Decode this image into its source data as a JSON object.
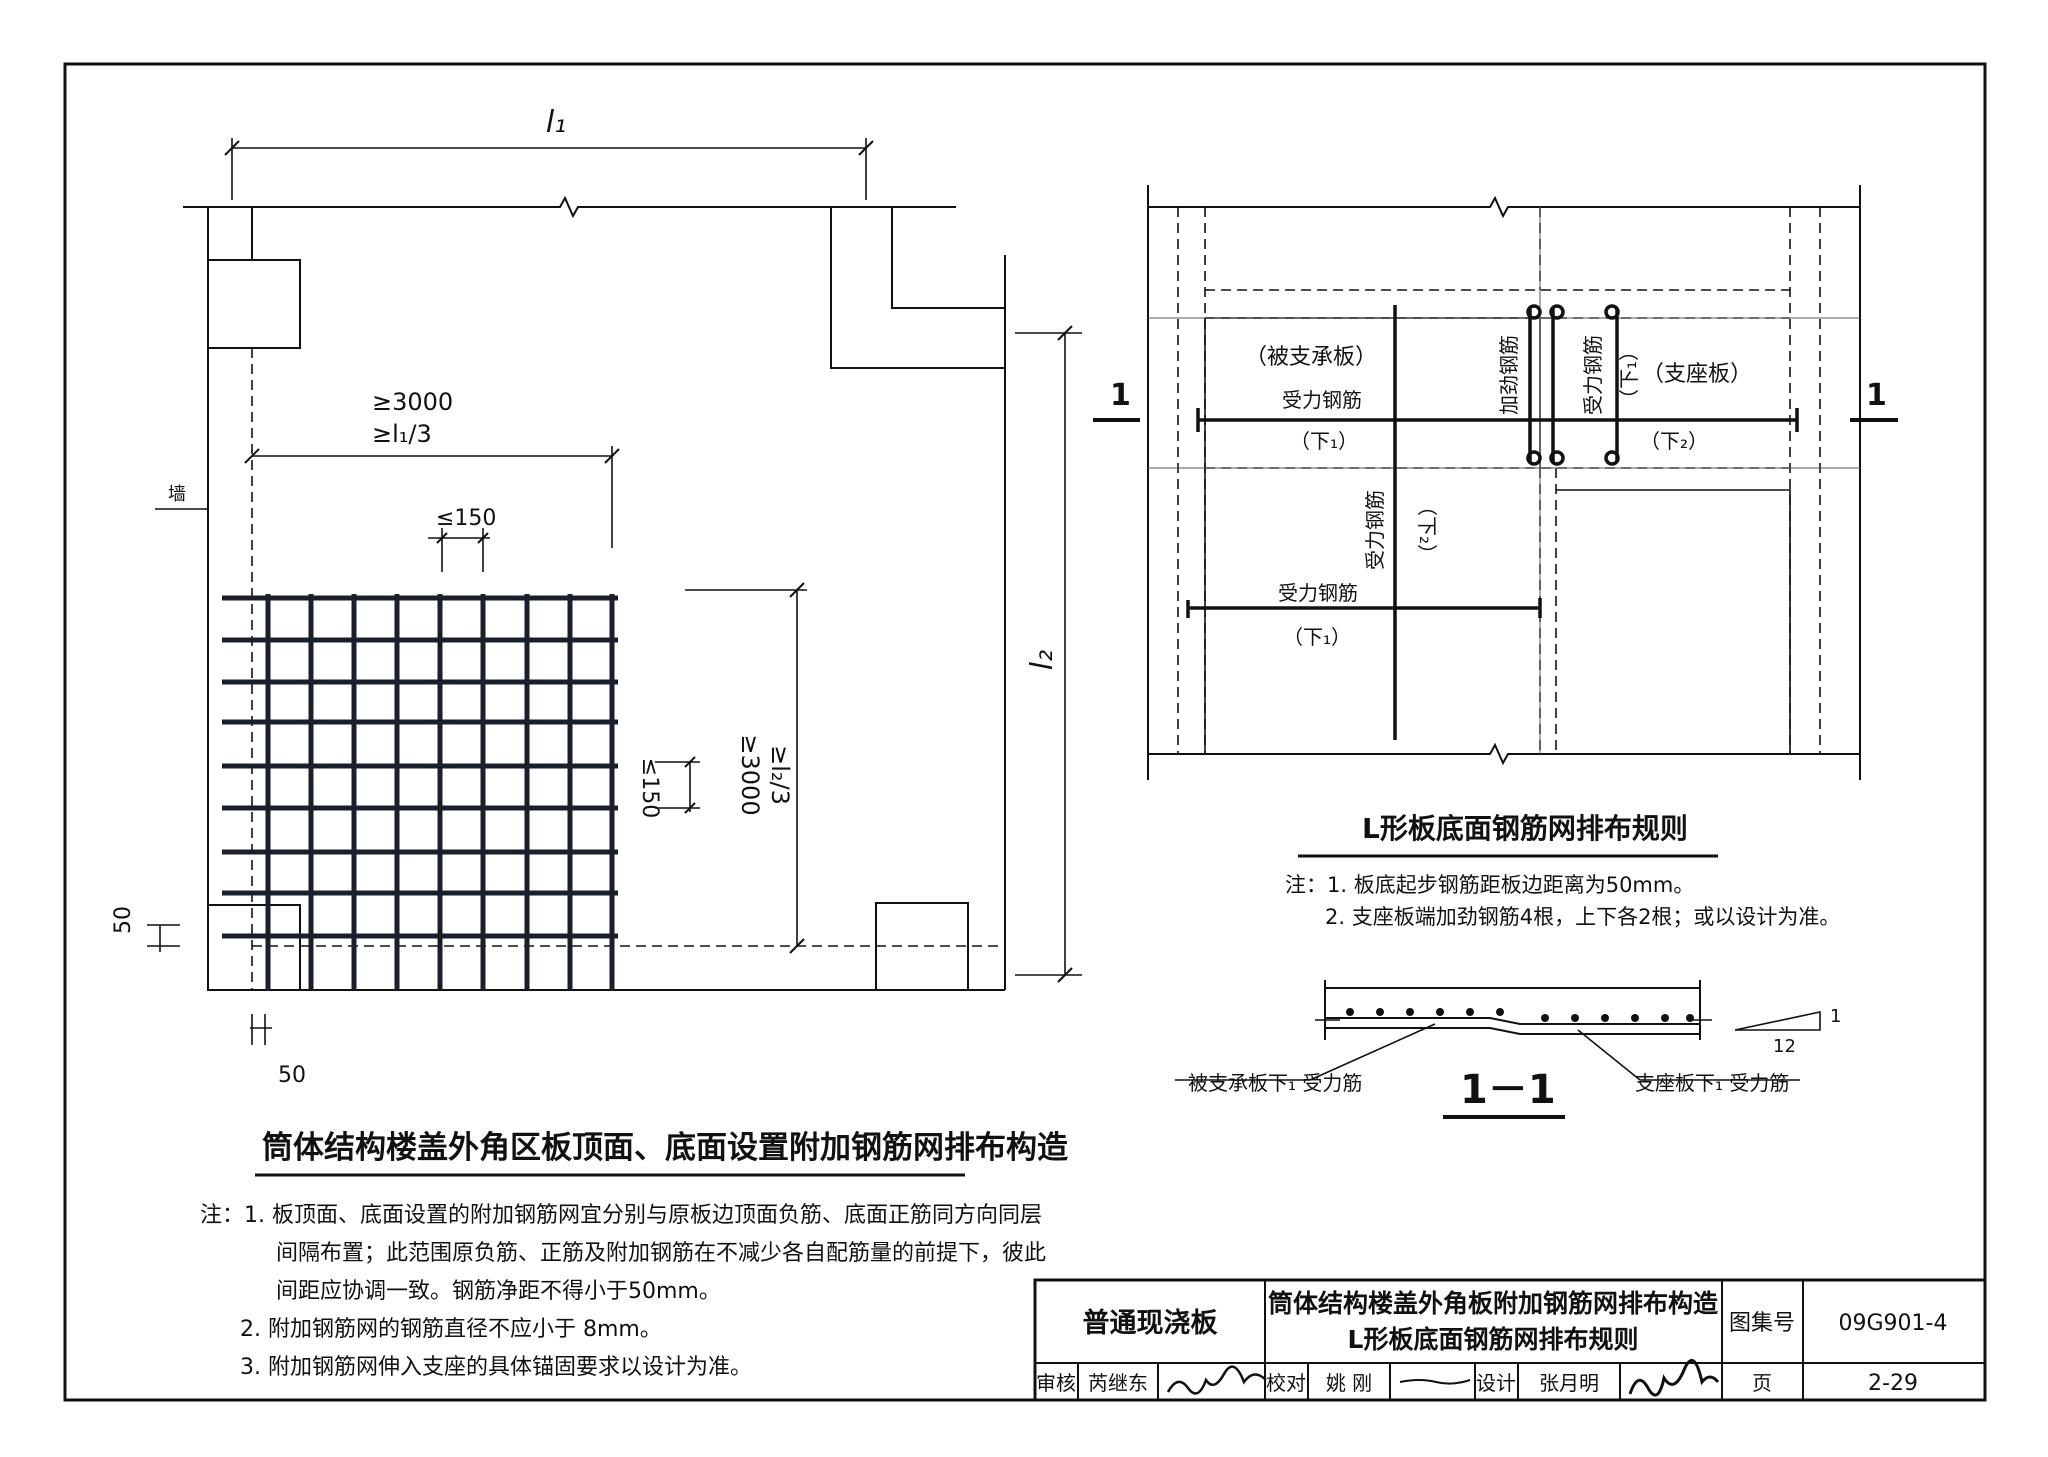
{
  "left_figure": {
    "dim_l1": "l₁",
    "dim_min_x_a": "≥3000",
    "dim_min_x_b": "≥l₁/3",
    "dim_spacing_x": "≤150",
    "wall_label": "墙",
    "dim_l2": "l₂",
    "dim_spacing_y": "≤150",
    "dim_min_y_a": "≥3000",
    "dim_min_y_b": "≥l₂/3",
    "dim_edge_y": "50",
    "dim_edge_x": "50",
    "caption": "筒体结构楼盖外角区板顶面、底面设置附加钢筋网排布构造",
    "notes": [
      "注：1. 板顶面、底面设置的附加钢筋网宜分别与原板边顶面负筋、底面正筋同方向同层",
      "间隔布置；此范围原负筋、正筋及附加钢筋在不减少各自配筋量的前提下，彼此",
      "间距应协调一致。钢筋净距不得小于50mm。",
      "2. 附加钢筋网的钢筋直径不应小于  8mm。",
      "3. 附加钢筋网伸入支座的具体锚固要求以设计为准。"
    ]
  },
  "right_figure": {
    "section_mark_left": "1",
    "section_mark_right": "1",
    "supported_slab": "（被支承板）",
    "support_slab": "（支座板）",
    "rebar_a": "受力钢筋",
    "rebar_a_sub": "（下₁）",
    "stiffener": "加劲钢筋",
    "rebar_b": "受力钢筋",
    "rebar_b_sub": "（下₁）",
    "rebar_b_sub2": "（下₂）",
    "rebar_c": "受力钢筋",
    "rebar_c_sub": "（下₂）",
    "rebar_d": "受力钢筋",
    "rebar_d_sub": "（下₁）",
    "caption": "L形板底面钢筋网排布规则",
    "notes": [
      "注：1.  板底起步钢筋距板边距离为50mm。",
      "2.  支座板端加劲钢筋4根，上下各2根；或以设计为准。"
    ]
  },
  "section": {
    "title": "1－1",
    "left_label": "被支承板下₁ 受力筋",
    "right_label": "支座板下₁ 受力筋",
    "slope_rise": "1",
    "slope_run": "12"
  },
  "title_block": {
    "category": "普通现浇板",
    "title_line1": "筒体结构楼盖外角板附加钢筋网排布构造",
    "title_line2": "L形板底面钢筋网排布规则",
    "atlas_label": "图集号",
    "atlas_no": "09G901-4",
    "review_label": "审核",
    "review_name": "芮继东",
    "check_label": "校对",
    "check_name": "姚  刚",
    "design_label": "设计",
    "design_name": "张月明",
    "page_label": "页",
    "page_no": "2-29"
  }
}
